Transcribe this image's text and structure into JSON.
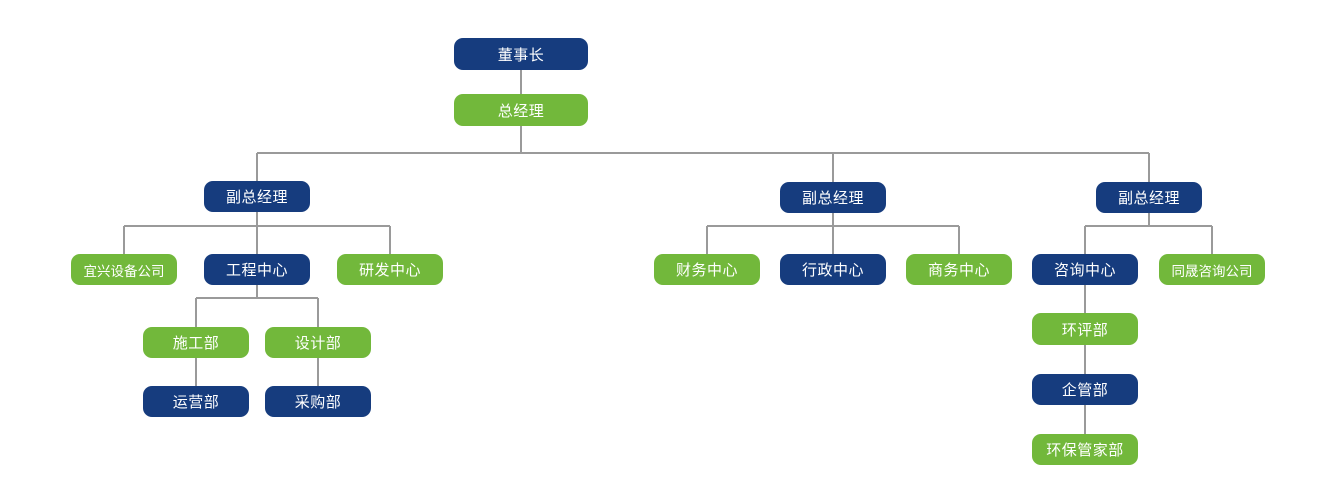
{
  "colors": {
    "navy": "#163c7e",
    "green": "#72b83b",
    "connector": "#9a9a9a"
  },
  "org": {
    "chairman": "董事长",
    "general_manager": "总经理",
    "vp_left": {
      "title": "副总经理",
      "yixing_equipment_company": "宜兴设备公司",
      "engineering_center": {
        "title": "工程中心",
        "construction_dept": "施工部",
        "operations_dept": "运营部",
        "design_dept": "设计部",
        "procurement_dept": "采购部"
      },
      "rd_center": "研发中心"
    },
    "vp_middle": {
      "title": "副总经理",
      "finance_center": "财务中心",
      "admin_center": "行政中心",
      "business_center": "商务中心"
    },
    "vp_right": {
      "title": "副总经理",
      "consulting_center": {
        "title": "咨询中心",
        "eia_dept": "环评部",
        "enterprise_mgmt_dept": "企管部",
        "eco_housekeeper_dept": "环保管家部"
      },
      "tongsheng_consulting_company": "同晟咨询公司"
    }
  }
}
